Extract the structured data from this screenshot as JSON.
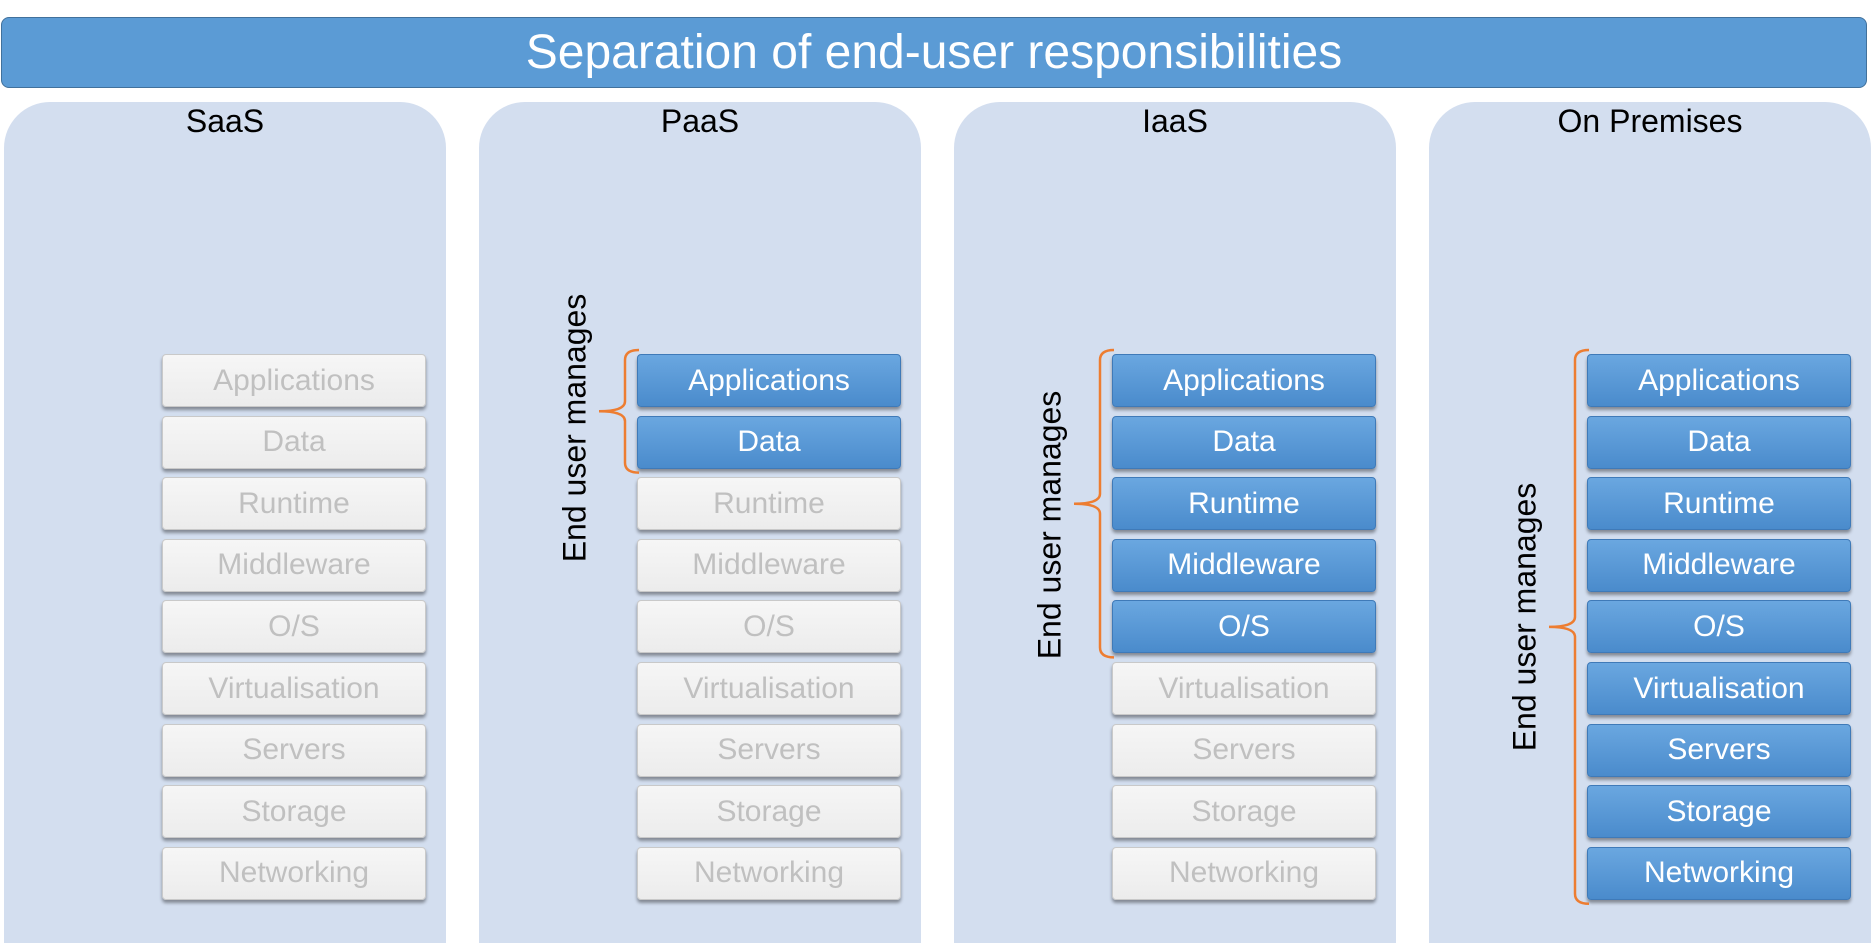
{
  "title": "Separation of end-user responsibilities",
  "layer_names": [
    "Applications",
    "Data",
    "Runtime",
    "Middleware",
    "O/S",
    "Virtualisation",
    "Servers",
    "Storage",
    "Networking"
  ],
  "managed_label": "End user manages",
  "colors": {
    "title_bg": "#5b9bd5",
    "panel_bg": "#d3deef",
    "managed_layer": "#5b9bd5",
    "provider_layer": "#f2f2f2",
    "brace": "#ed7d31"
  },
  "panels": [
    {
      "name": "SaaS",
      "managed_layers": 0
    },
    {
      "name": "PaaS",
      "managed_layers": 2
    },
    {
      "name": "IaaS",
      "managed_layers": 5
    },
    {
      "name": "On Premises",
      "managed_layers": 9
    }
  ]
}
